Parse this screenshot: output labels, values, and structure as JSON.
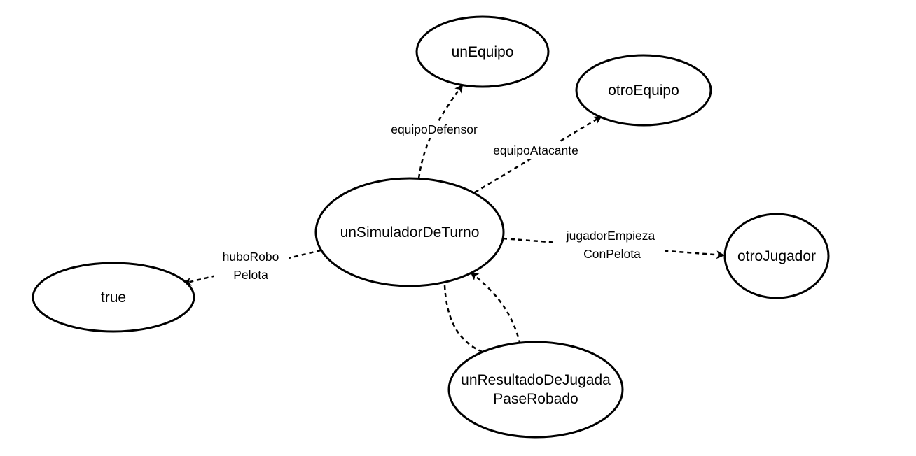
{
  "nodes": {
    "simulador": {
      "label": "unSimuladorDeTurno"
    },
    "un_equipo": {
      "label": "unEquipo"
    },
    "otro_equipo": {
      "label": "otroEquipo"
    },
    "otro_jugador": {
      "label": "otroJugador"
    },
    "true_value": {
      "label": "true"
    },
    "resultado": {
      "line1": "unResultadoDeJugada",
      "line2": "PaseRobado"
    }
  },
  "edges": {
    "equipo_defensor": {
      "label": "equipoDefensor"
    },
    "equipo_atacante": {
      "label": "equipoAtacante"
    },
    "jugador_empieza": {
      "line1": "jugadorEmpieza",
      "line2": "ConPelota"
    },
    "hubo_robo": {
      "line1": "huboRobo",
      "line2": "Pelota"
    }
  },
  "colors": {
    "stroke": "#000000",
    "background": "#ffffff"
  }
}
